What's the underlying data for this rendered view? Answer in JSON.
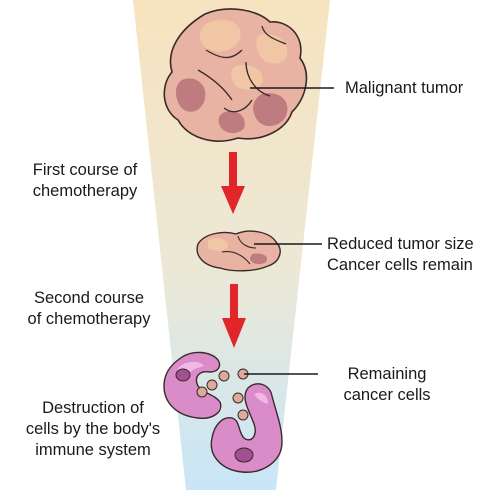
{
  "labels": {
    "malignant_tumor": "Malignant tumor",
    "first_course": [
      "First course of",
      "chemotherapy"
    ],
    "reduced_size": [
      "Reduced tumor size",
      "Cancer cells remain"
    ],
    "second_course": [
      "Second course",
      "of chemotherapy"
    ],
    "remaining_cells": [
      "Remaining",
      "cancer cells"
    ],
    "destruction": [
      "Destruction of",
      "cells by the body's",
      "immune system"
    ]
  },
  "colors": {
    "funnel_top": "#f7e3bf",
    "funnel_bottom": "#c8e6f7",
    "tumor_fill": "#e9b3a4",
    "tumor_dark": "#b6727a",
    "tumor_light": "#f2c9a6",
    "arrow": "#e0262b",
    "immune_cell": "#d98cc7",
    "immune_light": "#efb9e3",
    "nucleus": "#a24f93",
    "small_cell": "#ddaa9c"
  }
}
